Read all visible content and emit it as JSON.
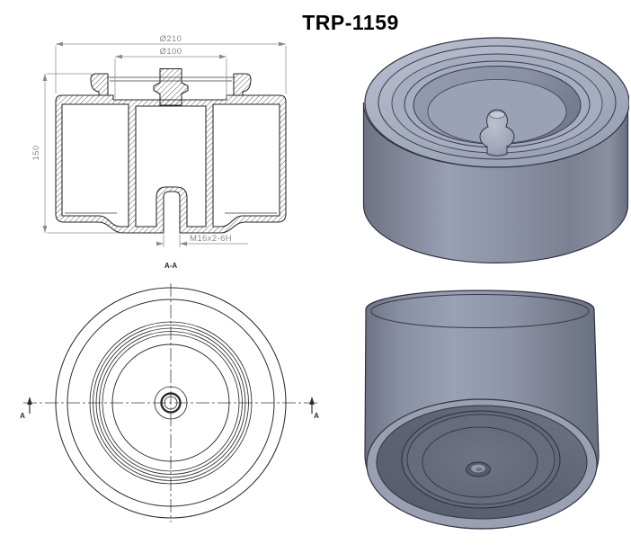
{
  "page": {
    "title": "TRP-1159"
  },
  "section_view": {
    "label": "A-A",
    "dim_outer_diameter": "Ø210",
    "dim_inner_diameter": "Ø100",
    "dim_height": "150",
    "dim_thread": "M16x2-6H"
  },
  "plan_view": {
    "section_marker_left": "A",
    "section_marker_right": "A"
  },
  "colors": {
    "background": "#ffffff",
    "drawing_line": "#2b2b2b",
    "dimension_gray": "#8b8b8b",
    "render_outline": "#2e3340",
    "render_light": "#b6bccc",
    "render_mid": "#8d93a7",
    "render_dark": "#5d6375"
  }
}
